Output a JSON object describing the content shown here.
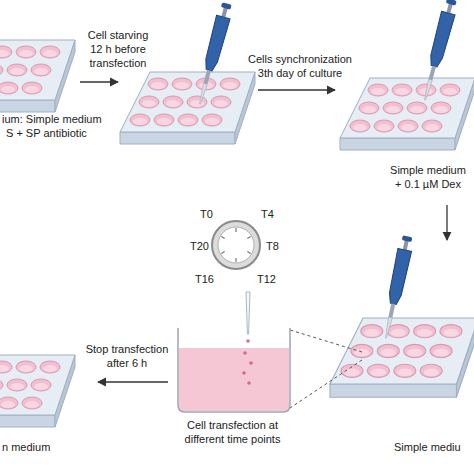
{
  "diagram": {
    "labels": [
      "ium: Simple medium",
      "S + SP antibiotic",
      "Cell starving 12 h before transfection",
      "Cells synchronization 3th day of culture",
      "Simple medium + 0.1 µM Dex",
      "T0",
      "T4",
      "T8",
      "T12",
      "T16",
      "T20",
      "Stop transfection after 6 h",
      "Cell transfection at different time points",
      "n medium",
      "Simple mediu"
    ]
  }
}
